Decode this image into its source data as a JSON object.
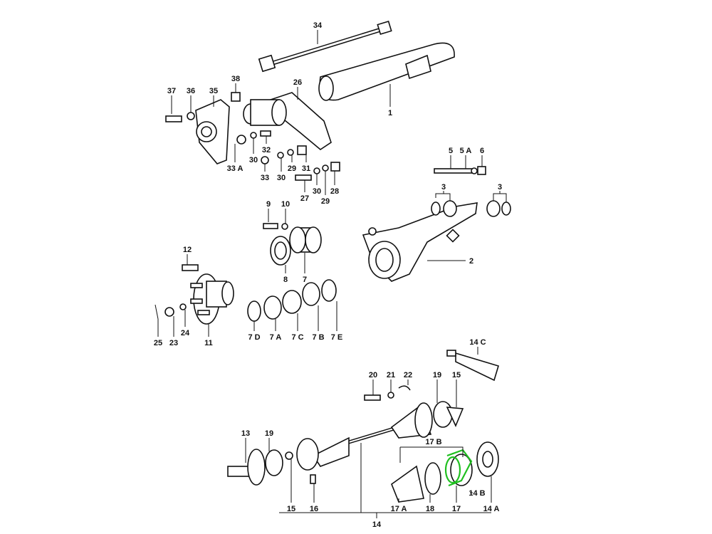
{
  "diagram": {
    "title": "Rear axle / drive shaft exploded parts diagram",
    "highlight_color": "#1fbf1f",
    "highlighted_part": "17",
    "callouts": [
      "34",
      "1",
      "26",
      "38",
      "37",
      "36",
      "35",
      "33 A",
      "30",
      "32",
      "33",
      "30",
      "29",
      "31",
      "27",
      "30",
      "29",
      "28",
      "5",
      "5 A",
      "6",
      "3",
      "3",
      "2",
      "9",
      "10",
      "8",
      "7",
      "12",
      "11",
      "25",
      "23",
      "24",
      "7 D",
      "7 A",
      "7 C",
      "7 B",
      "7 E",
      "14 C",
      "20",
      "21",
      "22",
      "19",
      "15",
      "13",
      "19",
      "17 B",
      "15",
      "16",
      "17 A",
      "18",
      "17",
      "14 B",
      "14 A",
      "14"
    ]
  }
}
